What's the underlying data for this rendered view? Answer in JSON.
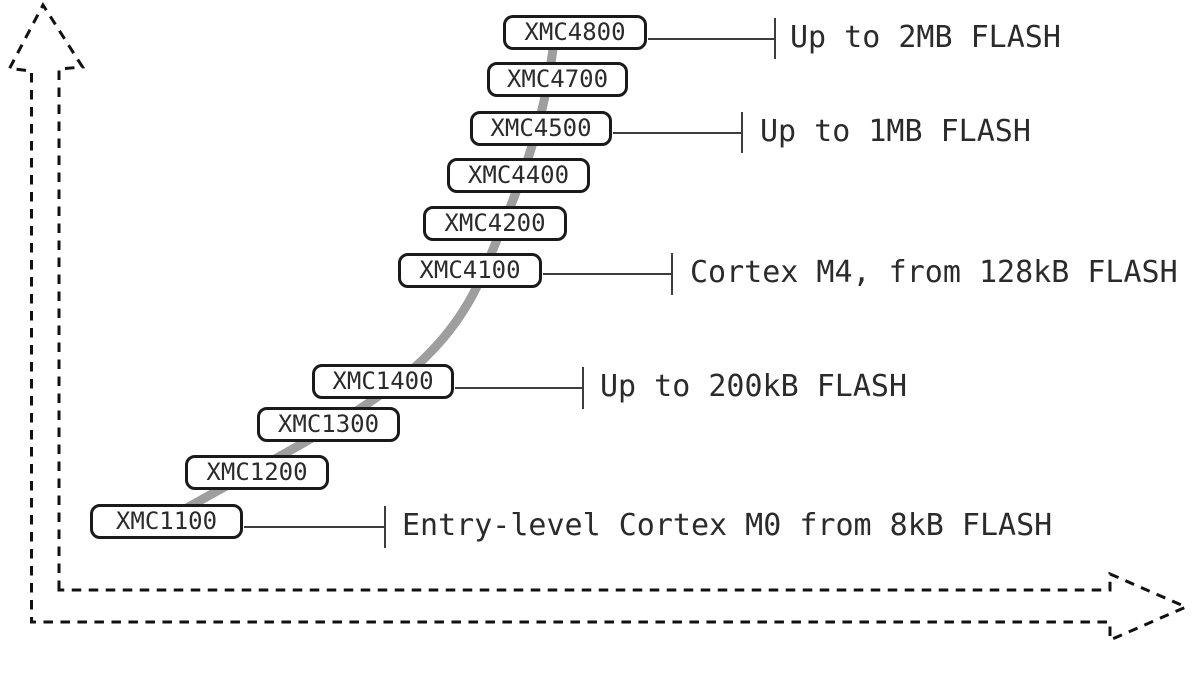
{
  "devices": [
    {
      "label": "XMC1100"
    },
    {
      "label": "XMC1200"
    },
    {
      "label": "XMC1300"
    },
    {
      "label": "XMC1400"
    },
    {
      "label": "XMC4100"
    },
    {
      "label": "XMC4200"
    },
    {
      "label": "XMC4400"
    },
    {
      "label": "XMC4500"
    },
    {
      "label": "XMC4700"
    },
    {
      "label": "XMC4800"
    }
  ],
  "annotations": [
    {
      "for": "XMC4800",
      "text": "Up to 2MB FLASH"
    },
    {
      "for": "XMC4500",
      "text": "Up to 1MB FLASH"
    },
    {
      "for": "XMC4100",
      "text": "Cortex M4, from 128kB FLASH"
    },
    {
      "for": "XMC1400",
      "text": "Up to 200kB FLASH"
    },
    {
      "for": "XMC1100",
      "text": "Entry-level Cortex M0 from 8kB FLASH"
    }
  ],
  "colors": {
    "background": "#ffffff",
    "text": "#2b2b2b",
    "box_border": "#1a1a1a",
    "box_fill": "#ffffff",
    "curve": "#9e9e9e",
    "callout": "#3d3d3d",
    "axis": "#111111"
  }
}
